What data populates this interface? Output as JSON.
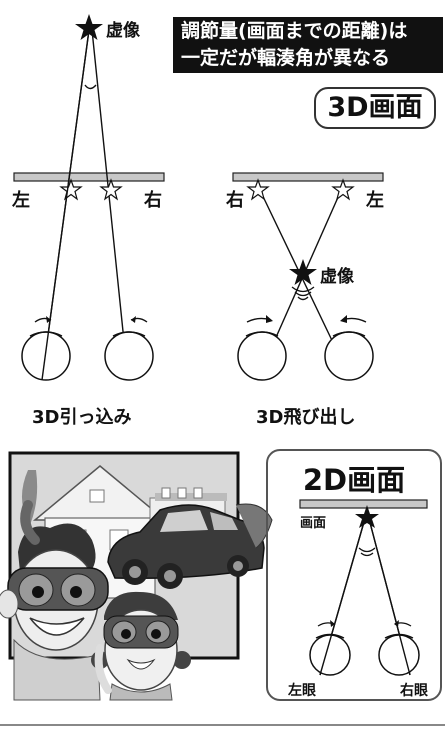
{
  "virtual_image_top": "虚像",
  "callout": {
    "line1": "調節量(画面までの距離)は",
    "line2": "一定だが輻湊角が異なる"
  },
  "badge_3d": "3D画面",
  "left_diagram": {
    "label_left": "左",
    "label_right": "右",
    "caption": "3D引っ込み"
  },
  "right_diagram": {
    "label_right": "右",
    "label_left": "左",
    "virtual_image": "虚像",
    "caption": "3D飛び出し"
  },
  "panel_2d": {
    "title": "2D画面",
    "screen_label": "画面",
    "left_eye": "左眼",
    "right_eye": "右眼"
  }
}
